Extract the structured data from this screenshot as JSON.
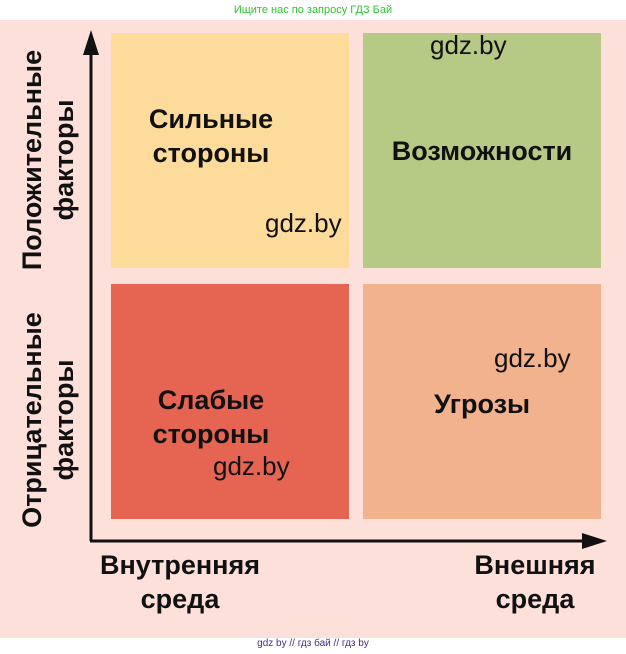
{
  "header": {
    "text": "Ищите нас по запросу ГДЗ Бай"
  },
  "quadrants": {
    "strengths": "Сильные стороны",
    "opportunities": "Возможности",
    "weaknesses": "Слабые стороны",
    "threats": "Угрозы"
  },
  "axes": {
    "positive": "Положительные факторы",
    "negative": "Отрицательные факторы",
    "internal": "Внутренняя среда",
    "external": "Внешняя среда"
  },
  "watermark": "gdz.by",
  "footer": {
    "text": "gdz by  //  гдз бай  //  гдз by"
  },
  "colors": {
    "strengths": "#fcdb9b",
    "opportunities": "#b6c985",
    "weaknesses": "#e56452",
    "threats": "#f2b28e",
    "background": "#fde0da"
  }
}
